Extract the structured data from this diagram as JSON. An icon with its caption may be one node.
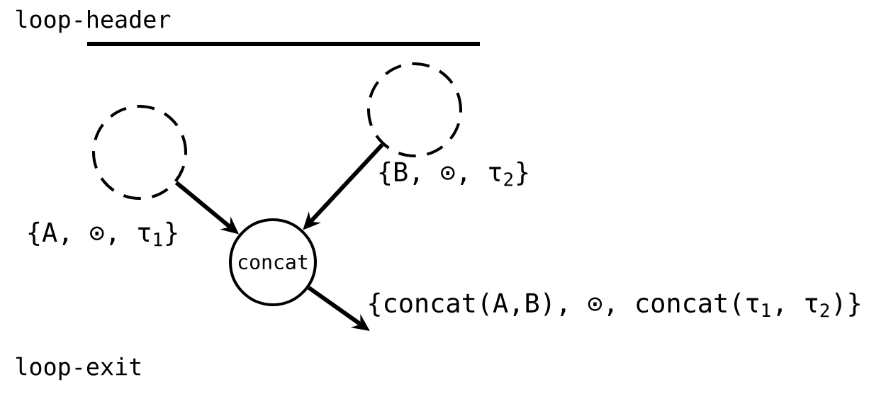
{
  "diagram": {
    "nodes": [
      {
        "text": [],
        "shape": "circle"
      },
      {
        "text": [],
        "shape": "circle"
      },
      {
        "text": [
          "concat"
        ]
      }
    ],
    "edges": [
      {
        "from": 0,
        "to": 2,
        "arrow": "to",
        "label": "{A, ⊙, τ$_{1}$}"
      },
      {
        "from": 1,
        "to": 2,
        "arrow": "to",
        "label": "{B, ⊙, τ$_{2}$}"
      },
      {
        "from": 2,
        "to": null,
        "arrow": "to",
        "label": "{concat(A,B), ⊙, concat(τ$_{1}$, τ$_{2}$)}"
      }
    ],
    "labels": [
      "loop-header",
      "loop-exit"
    ]
  }
}
